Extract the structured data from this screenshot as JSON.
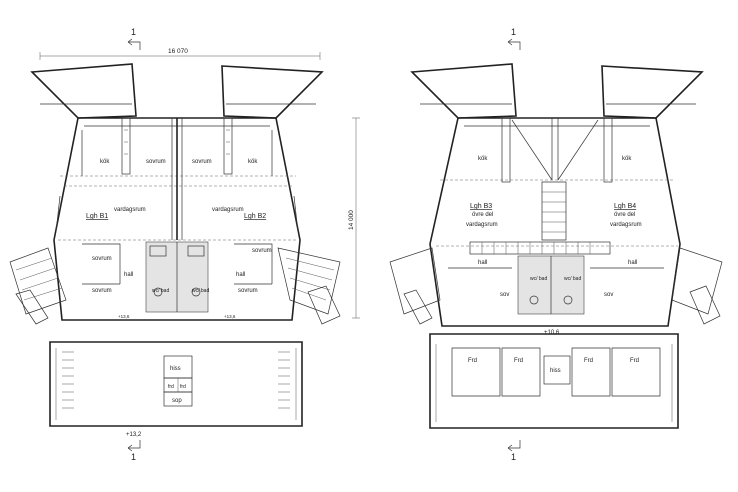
{
  "section_markers": {
    "left_top": "1",
    "left_bottom": "1",
    "right_top": "1",
    "right_bottom": "1"
  },
  "dimensions": {
    "width": "16 070",
    "depth": "14 000",
    "level_left": "+13,2",
    "level_right": "+10,6",
    "level_small_a": "+13,6",
    "level_small_b": "+13,6"
  },
  "left_plan": {
    "unit_b1": "Lgh B1",
    "unit_b2": "Lgh B2",
    "kitchen": "kök",
    "bedroom": "sovrum",
    "living": "vardagsrum",
    "hall": "hall",
    "wc_bad": "wc/\nbad",
    "lift": "hiss",
    "stair_a": "frd",
    "stair_b": "frd",
    "garbage": "sop"
  },
  "right_plan": {
    "unit_b3": "Lgh B3",
    "unit_b4": "Lgh B4",
    "upper_part": "övre del",
    "kitchen": "kök",
    "living": "vardagsrum",
    "hall": "hall",
    "sleep": "sov",
    "wc_bad": "wc/\nbad",
    "storage": "Frd",
    "lift": "hiss"
  }
}
